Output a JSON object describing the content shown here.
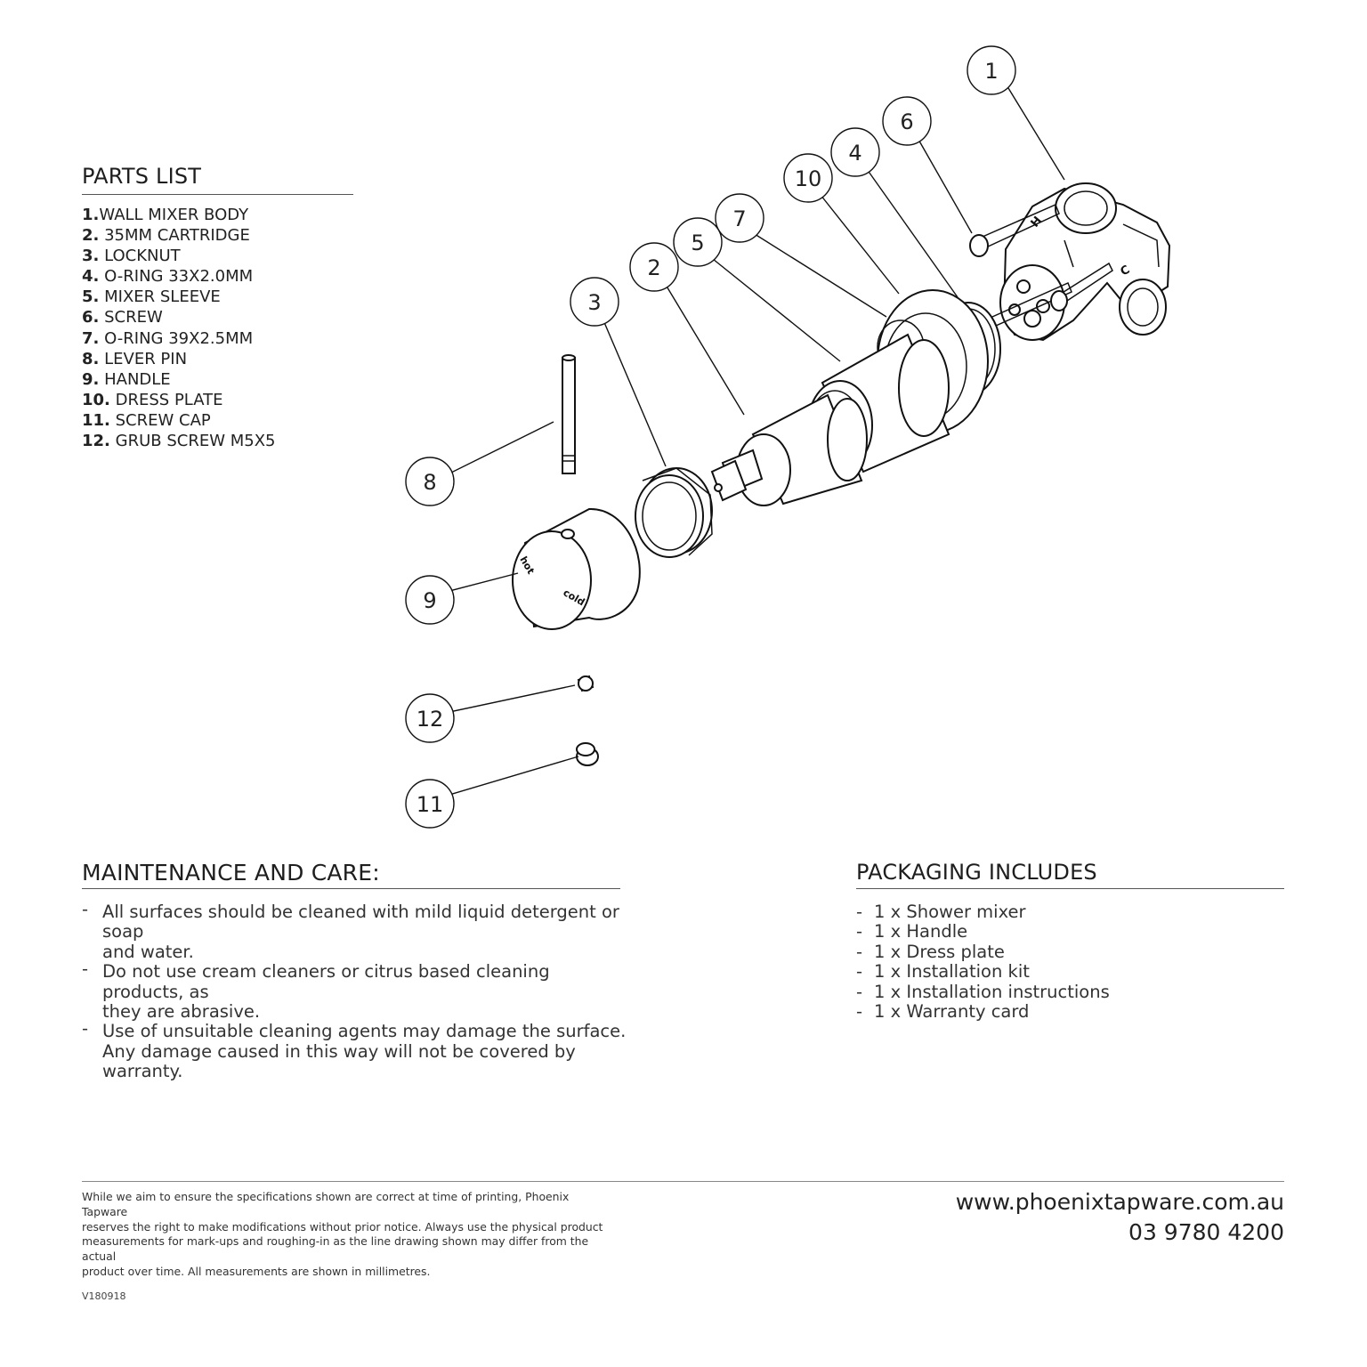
{
  "parts_list": {
    "title": "PARTS LIST",
    "items": [
      {
        "num": "1.",
        "label": "WALL MIXER BODY"
      },
      {
        "num": "2.",
        "label": "35MM CARTRIDGE"
      },
      {
        "num": "3.",
        "label": "LOCKNUT"
      },
      {
        "num": "4.",
        "label": "O-RING 33X2.0MM"
      },
      {
        "num": "5.",
        "label": "MIXER SLEEVE"
      },
      {
        "num": "6.",
        "label": "SCREW"
      },
      {
        "num": "7.",
        "label": "O-RING 39X2.5MM"
      },
      {
        "num": "8.",
        "label": "LEVER PIN"
      },
      {
        "num": "9.",
        "label": "HANDLE"
      },
      {
        "num": "10.",
        "label": "DRESS PLATE"
      },
      {
        "num": "11.",
        "label": "SCREW CAP"
      },
      {
        "num": "12.",
        "label": "GRUB SCREW M5X5"
      }
    ]
  },
  "diagram": {
    "callouts": [
      "1",
      "6",
      "4",
      "10",
      "7",
      "5",
      "2",
      "3",
      "8",
      "9",
      "12",
      "11"
    ],
    "handle_markings": {
      "hot": "hot",
      "cold": "cold"
    },
    "body_markings": {
      "hot": "H",
      "cold": "C"
    }
  },
  "maintenance": {
    "title": "MAINTENANCE AND CARE:",
    "items": [
      {
        "line1": "All surfaces should be cleaned with mild liquid detergent or soap",
        "line2": "and water."
      },
      {
        "line1": "Do not use cream cleaners or citrus based cleaning products, as",
        "line2": "they are abrasive."
      },
      {
        "line1": "Use of unsuitable cleaning agents may damage the surface.",
        "line2": "Any damage caused in this way will not be covered by warranty."
      }
    ]
  },
  "packaging": {
    "title": "PACKAGING INCLUDES",
    "items": [
      "1 x Shower mixer",
      "1 x Handle",
      "1 x Dress plate",
      "1 x Installation kit",
      "1 x Installation instructions",
      "1 x Warranty card"
    ]
  },
  "footer": {
    "disclaimer_lines": [
      "While we aim to ensure the specifications shown are correct at time of printing, Phoenix Tapware",
      "reserves the right to make modifications without prior notice. Always use the physical product",
      "measurements for mark-ups and roughing-in as the line drawing shown may differ from the actual",
      "product over time. All measurements are shown in millimetres."
    ],
    "website": "www.phoenixtapware.com.au",
    "phone": "03 9780 4200",
    "version": "V180918"
  }
}
